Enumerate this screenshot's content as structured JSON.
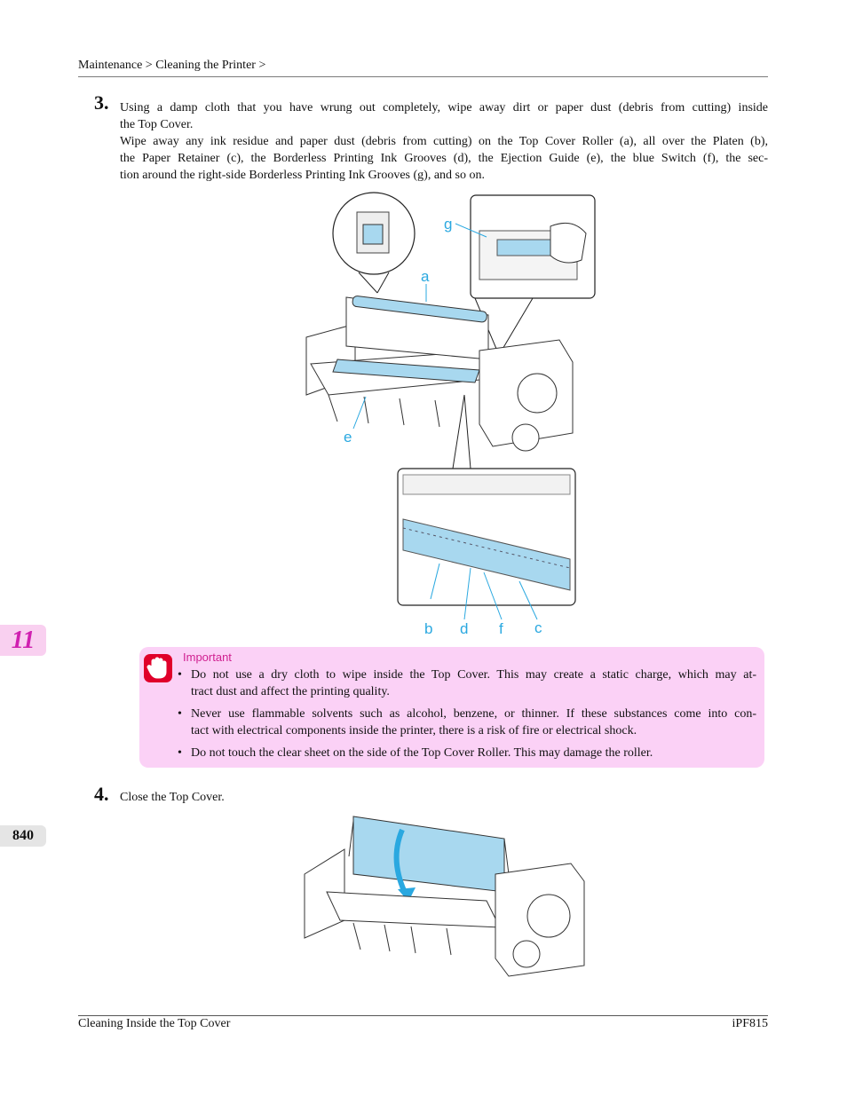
{
  "breadcrumb": "Maintenance > Cleaning the Printer >",
  "steps": [
    {
      "number": "3.",
      "line1": "Using a damp cloth that you have wrung out completely, wipe away dirt or paper dust (debris from cutting) inside",
      "line2": "the Top Cover.",
      "line3": "Wipe away any ink residue and paper dust (debris from cutting) on the Top Cover Roller (a), all over the Platen (b),",
      "line4": "the Paper Retainer (c), the Borderless Printing Ink Grooves (d), the Ejection Guide (e), the blue Switch (f), the sec-",
      "line5": "tion around the right-side Borderless Printing Ink Grooves (g), and so on."
    },
    {
      "number": "4.",
      "line1": "Close the Top Cover."
    }
  ],
  "figure1_callouts": {
    "a": "a",
    "b": "b",
    "c": "c",
    "d": "d",
    "e": "e",
    "f": "f",
    "g": "g"
  },
  "important": {
    "title": "Important",
    "items": [
      {
        "line1": "Do not use a dry cloth to wipe inside the Top Cover. This may create a static charge, which may at-",
        "line2": "tract dust and affect the printing quality."
      },
      {
        "line1": "Never use flammable solvents such as alcohol, benzene, or thinner. If these substances come into con-",
        "line2": "tact with electrical components inside the printer, there is a risk of fire or electrical shock."
      },
      {
        "line1": "Do not touch the clear sheet on the side of the Top Cover Roller. This may damage the roller.",
        "line2": ""
      }
    ]
  },
  "side_tabs": {
    "chapter": "11",
    "page": "840"
  },
  "footer": {
    "left": "Cleaning Inside the Top Cover",
    "right": "iPF815"
  },
  "colors": {
    "highlight_blue": "#a8d8ef",
    "callout_blue": "#2aa8e0",
    "important_bg": "#fbd1f6",
    "chapter_text": "#d020b0"
  }
}
